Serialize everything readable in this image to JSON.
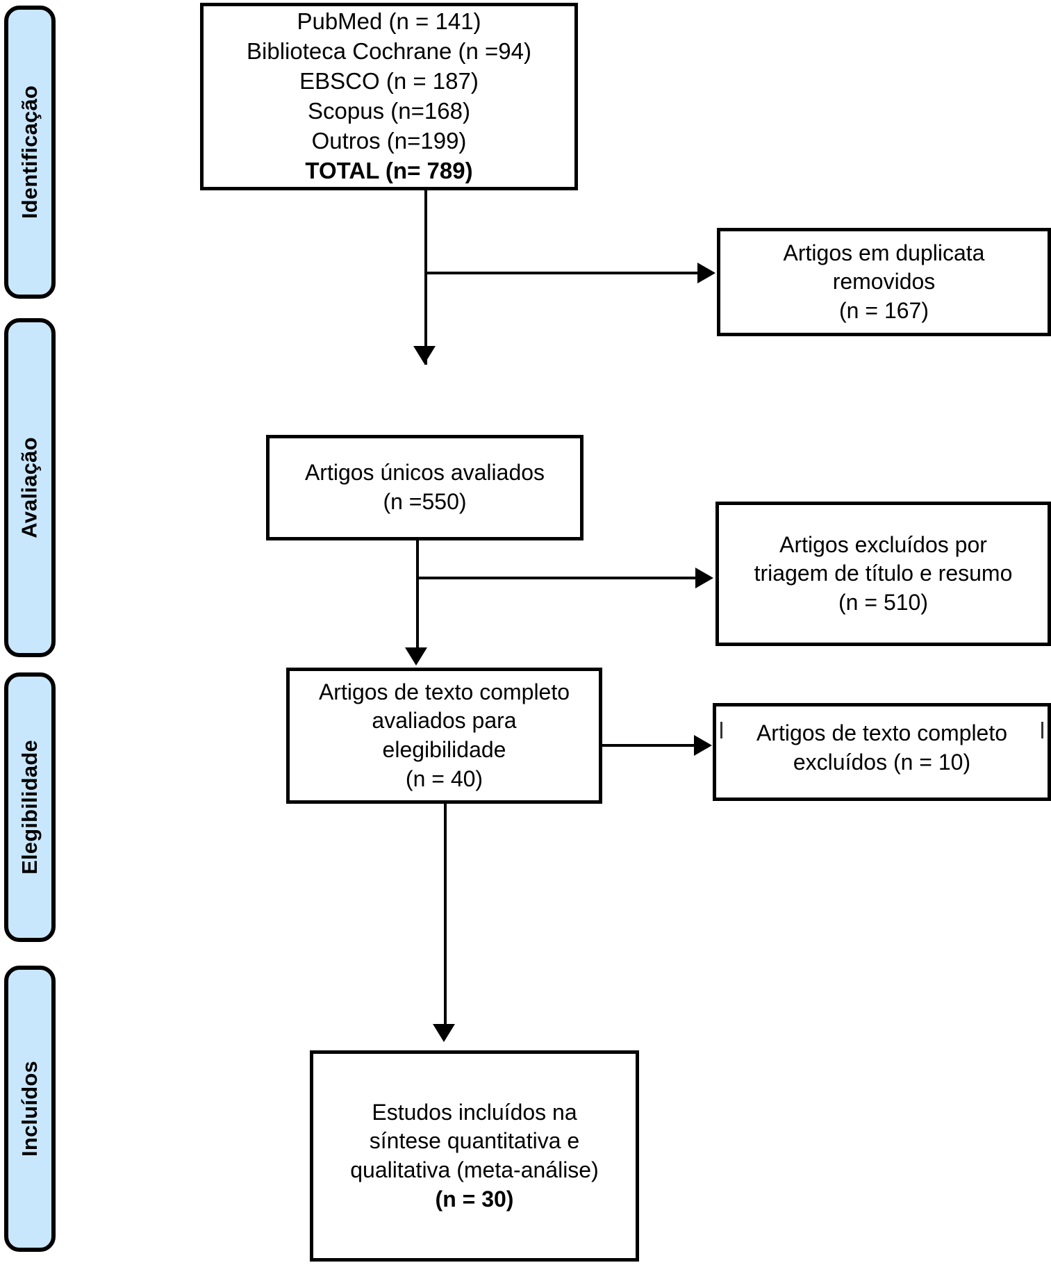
{
  "diagram": {
    "title": "PRISMA flow diagram",
    "language": "pt-BR",
    "accent_color": "#c9e7fc",
    "line_color": "#000000"
  },
  "stages": [
    {
      "id": "identificacao",
      "label": "Identificação"
    },
    {
      "id": "avaliacao",
      "label": "Avaliação"
    },
    {
      "id": "elegibilidade",
      "label": "Elegibilidade"
    },
    {
      "id": "incluidos",
      "label": "Incluídos"
    }
  ],
  "boxes": {
    "sources": {
      "lines": [
        "PubMed (n = 141)",
        "Biblioteca Cochrane (n =94)",
        "EBSCO (n = 187)",
        "Scopus (n=168)",
        "Outros (n=199)",
        "TOTAL (n= 789)"
      ],
      "bold_lines": [
        5
      ]
    },
    "duplicates_removed": {
      "lines": [
        "Artigos em duplicata",
        "removidos",
        "(n = 167)"
      ]
    },
    "unique_screened": {
      "lines": [
        "Artigos únicos avaliados",
        "(n =550)"
      ]
    },
    "excluded_title_abstract": {
      "lines": [
        "Artigos excluídos por",
        "triagem de título e resumo",
        "(n = 510)"
      ]
    },
    "fulltext_assessed": {
      "lines": [
        "Artigos de texto completo",
        "avaliados para",
        "elegibilidade",
        "(n = 40)"
      ]
    },
    "fulltext_excluded": {
      "lines": [
        "Artigos de texto completo",
        "excluídos (n = 10)"
      ]
    },
    "included_studies": {
      "lines": [
        "Estudos incluídos na",
        "síntese quantitativa e",
        "qualitativa (meta-análise)",
        "(n =  30)"
      ],
      "bold_lines": [
        3
      ]
    }
  },
  "chart_data": {
    "type": "diagram",
    "flow": [
      {
        "from": "sources",
        "to": "duplicates_removed",
        "kind": "branch-right"
      },
      {
        "from": "sources",
        "to": "unique_screened",
        "kind": "down"
      },
      {
        "from": "unique_screened",
        "to": "excluded_title_abstract",
        "kind": "branch-right"
      },
      {
        "from": "unique_screened",
        "to": "fulltext_assessed",
        "kind": "down"
      },
      {
        "from": "fulltext_assessed",
        "to": "fulltext_excluded",
        "kind": "right"
      },
      {
        "from": "fulltext_assessed",
        "to": "included_studies",
        "kind": "down"
      }
    ],
    "counts": {
      "PubMed": 141,
      "Biblioteca Cochrane": 94,
      "EBSCO": 187,
      "Scopus": 168,
      "Outros": 199,
      "TOTAL": 789,
      "duplicatas removidas": 167,
      "artigos únicos avaliados": 550,
      "excluídos por triagem de título e resumo": 510,
      "texto completo avaliados": 40,
      "texto completo excluídos": 10,
      "estudos incluídos": 30
    }
  }
}
